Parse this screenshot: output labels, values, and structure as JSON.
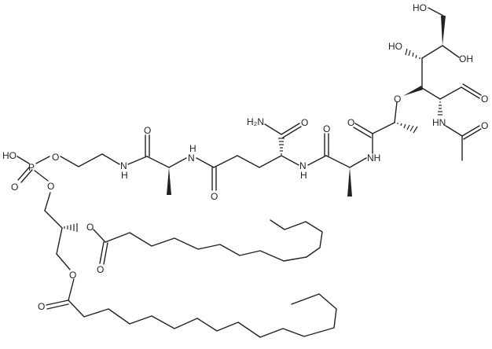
{
  "diagram": {
    "type": "chemical-structure",
    "description": "Lipid-linked peptidoglycan fragment: N-acetylmuramic acid linked via Ala-D-isoGln-Ala to ethanolamine phosphate diacylglycerol",
    "labels": {
      "ho_phosphate": "HO",
      "p": "P",
      "o_phos_double": "O",
      "o_phos_ester1": "O",
      "o_phos_ester2": "O",
      "nh1": "N",
      "h1": "H",
      "o_amide1": "O",
      "nh2": "N",
      "h2": "H",
      "o_amide2": "O",
      "h2n": "H₂N",
      "o_amide3": "O",
      "nh3": "N",
      "h3": "H",
      "o_amide4": "O",
      "nh4": "NH",
      "o_amide5": "O",
      "o_ether": "O",
      "ho_top": "HO",
      "ho_mid": "HO",
      "oh_mid": "OH",
      "o_aldehyde": "O",
      "hn_acetyl": "HN",
      "o_acetyl": "O",
      "o_ester_sn2": "O",
      "o_carbonyl_sn2": "O",
      "o_ester_sn1": "O",
      "o_carbonyl_sn1": "O"
    }
  }
}
